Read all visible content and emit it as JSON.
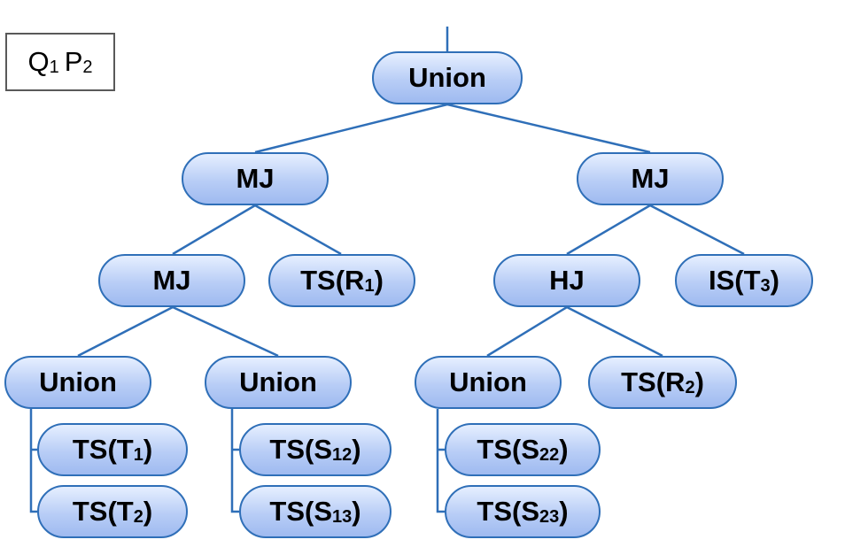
{
  "plan_label": {
    "q": "Q",
    "q_sub": "1",
    "p": "P",
    "p_sub": "2"
  },
  "nodes": {
    "union_root": {
      "text": "Union"
    },
    "mj_left": {
      "text": "MJ"
    },
    "mj_right": {
      "text": "MJ"
    },
    "mj_inner": {
      "text": "MJ"
    },
    "ts_r1": {
      "text": "TS(R",
      "sub": "1",
      "close": ")"
    },
    "hj": {
      "text": "HJ"
    },
    "is_t3": {
      "text": "IS(T",
      "sub": "3",
      "close": ")"
    },
    "union_a": {
      "text": "Union"
    },
    "union_b": {
      "text": "Union"
    },
    "union_c": {
      "text": "Union"
    },
    "ts_r2": {
      "text": "TS(R",
      "sub": "2",
      "close": ")"
    },
    "ts_t1": {
      "text": "TS(T",
      "sub": "1",
      "close": ")"
    },
    "ts_t2": {
      "text": "TS(T",
      "sub": "2",
      "close": ")"
    },
    "ts_s12": {
      "text": "TS(S",
      "sub": "12",
      "close": ")"
    },
    "ts_s13": {
      "text": "TS(S",
      "sub": "13",
      "close": ")"
    },
    "ts_s22": {
      "text": "TS(S",
      "sub": "22",
      "close": ")"
    },
    "ts_s23": {
      "text": "TS(S",
      "sub": "23",
      "close": ")"
    }
  },
  "colors": {
    "edge": "#2f6fb8",
    "node_border": "#2f6fb8",
    "node_fill_top": "#e6efff",
    "node_fill_bottom": "#9fbaf0"
  }
}
